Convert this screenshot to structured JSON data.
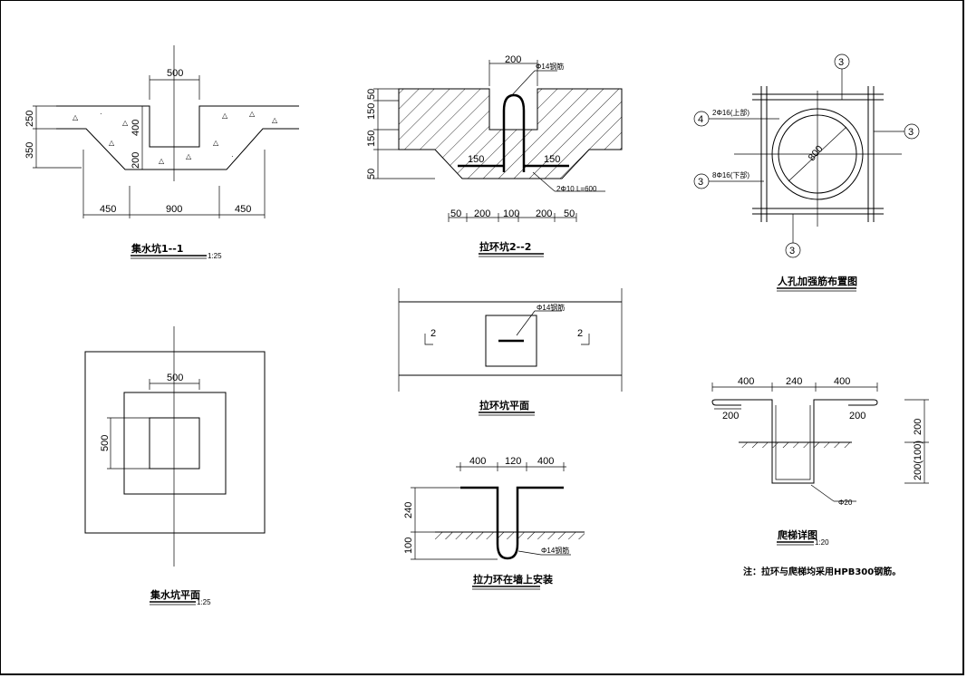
{
  "sump_section": {
    "title": "集水坑1--1",
    "scale": "1:25",
    "dim_top": "500",
    "dims_left": [
      "250",
      "350"
    ],
    "dims_mid": [
      "400",
      "200"
    ],
    "dims_bottom": [
      "450",
      "900",
      "450"
    ]
  },
  "sump_plan": {
    "title": "集水坑平面",
    "scale": "1:25",
    "dim_top": "500",
    "dim_left": "500"
  },
  "ring_pit_section": {
    "title": "拉环坑2--2",
    "dim_top": "200",
    "rebar_top": "Φ14钢筋",
    "dims_left": [
      "50",
      "150",
      "150",
      "50"
    ],
    "hook_left": "150",
    "hook_right": "150",
    "rebar_bottom": "2Φ10 L=600",
    "dims_bottom": [
      "50",
      "200",
      "100",
      "200",
      "50"
    ]
  },
  "ring_pit_plan": {
    "title": "拉环坑平面",
    "rebar": "Φ14钢筋",
    "cut_left": "2",
    "cut_right": "2"
  },
  "wall_ring": {
    "title": "拉力环在墙上安装",
    "dims_top": [
      "400",
      "120",
      "400"
    ],
    "dims_left": [
      "240",
      "100"
    ],
    "rebar": "Φ14钢筋"
  },
  "manhole": {
    "title": "人孔加强筋布置图",
    "diameter": "800",
    "callout_top": "3",
    "callout_right": "3",
    "callout_bottom": "3",
    "callout_4": "4",
    "callout_3b": "3",
    "rebar_4": "2Φ16(上部)",
    "rebar_3": "8Φ16(下部)"
  },
  "ladder": {
    "title": "爬梯详图",
    "scale": "1:20",
    "dims_top": [
      "400",
      "240",
      "400"
    ],
    "hook_left": "200",
    "hook_right": "200",
    "dims_right": [
      "200",
      "200(100)"
    ],
    "rebar": "Φ20"
  },
  "note": "注：拉环与爬梯均采用HPB300钢筋。"
}
